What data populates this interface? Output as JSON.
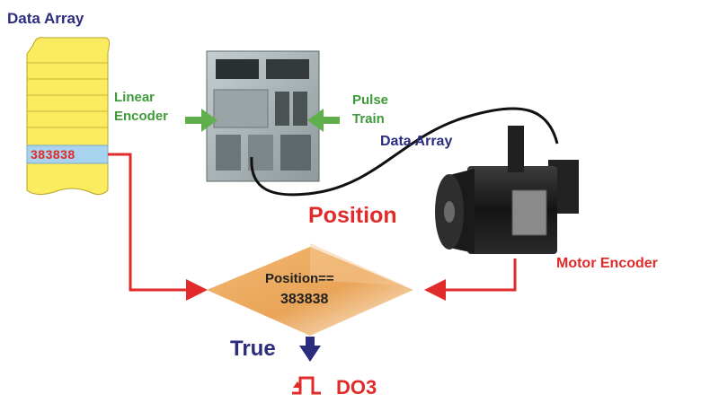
{
  "data_array": {
    "title": "Data Array",
    "highlighted_value": "383838",
    "fill_color": "#fbec5f",
    "highlight_color": "#a8d3ee"
  },
  "drive": {
    "linear_encoder_label": [
      "Linear",
      "Encoder"
    ],
    "pulse_train_label": [
      "Pulse",
      "Train"
    ],
    "data_array_label": "Data Array"
  },
  "motor": {
    "position_label": "Position",
    "encoder_label": "Motor Encoder"
  },
  "decision": {
    "line1": "Position==",
    "line2": "383838",
    "fill_color": "#e9a458"
  },
  "output": {
    "true_label": "True",
    "do_label": "DO3"
  },
  "colors": {
    "navy": "#2b2c7e",
    "green": "#3f9a3a",
    "red": "#e12a2a"
  }
}
